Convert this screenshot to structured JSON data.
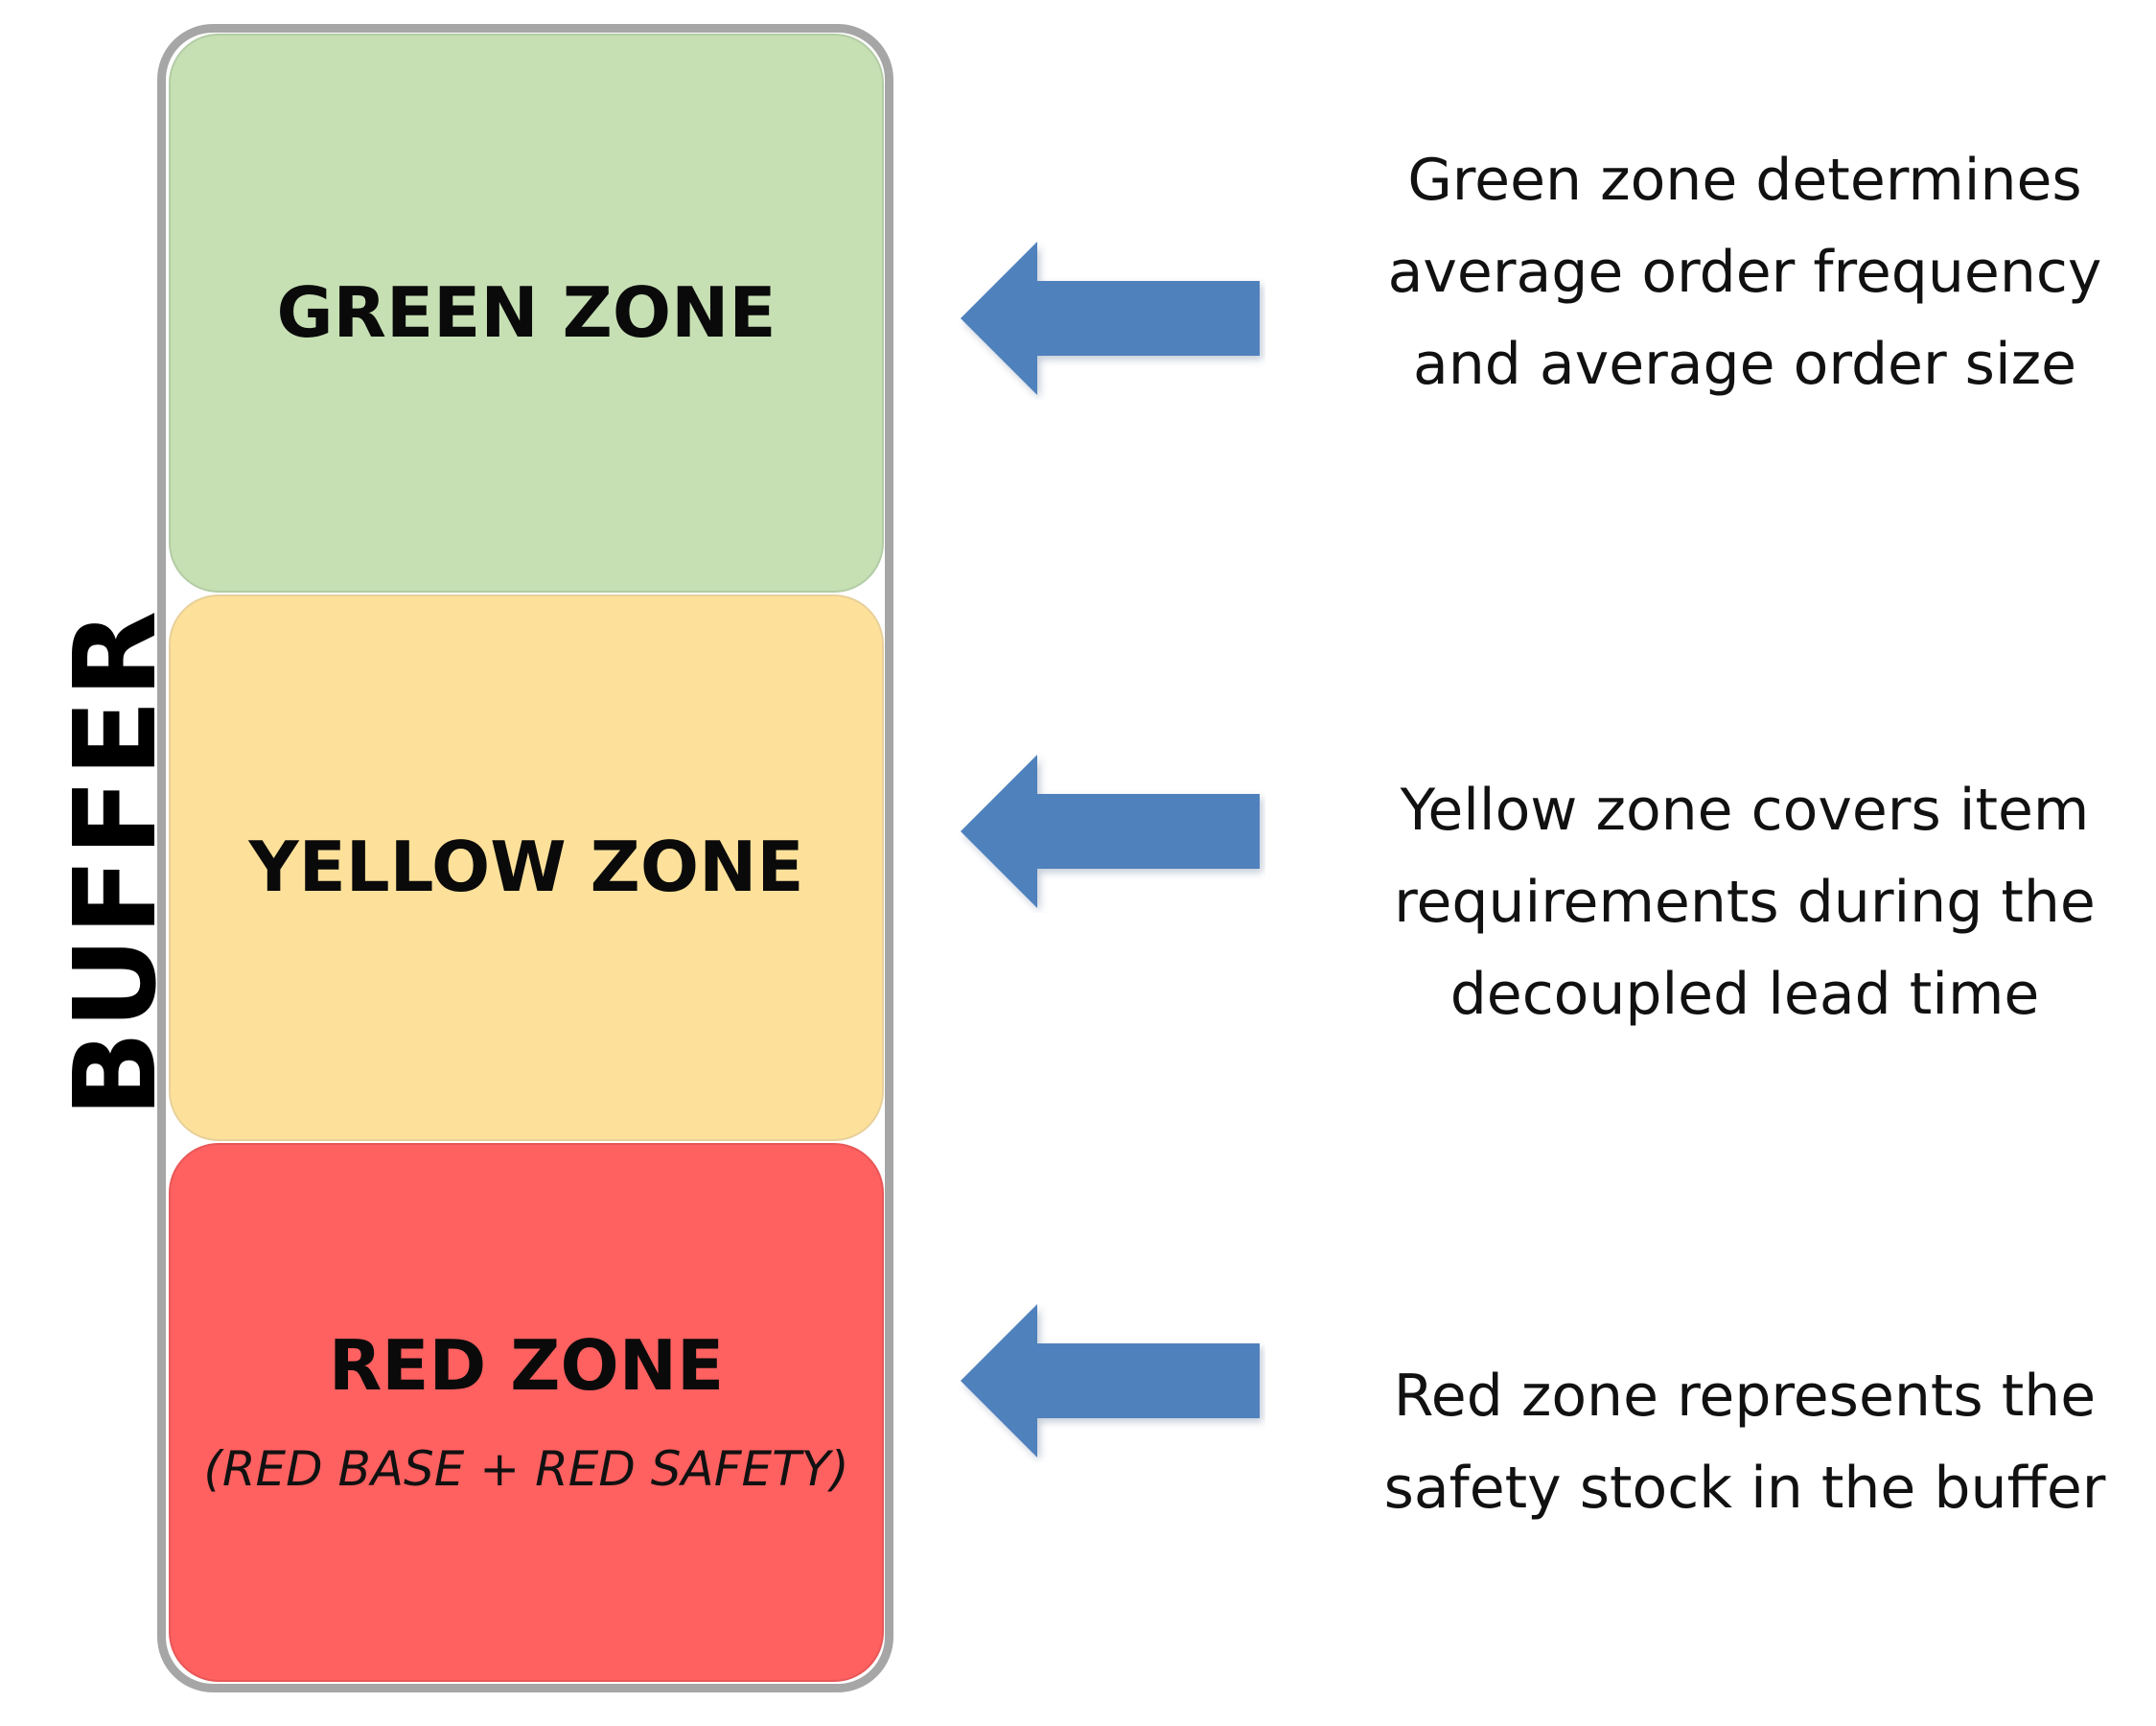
{
  "buffer_label": "BUFFER",
  "colors": {
    "frame": "#a6a6a6",
    "green_zone": "#c6e0b4",
    "yellow_zone": "#fde19a",
    "red_zone": "#ff6060",
    "arrow": "#4f81bd"
  },
  "zones": [
    {
      "title": "GREEN ZONE",
      "subtitle": "",
      "arrow_icon": "arrow-left-icon",
      "description": [
        "Green zone determines",
        "average order frequency",
        "and average order size"
      ]
    },
    {
      "title": "YELLOW ZONE",
      "subtitle": "",
      "arrow_icon": "arrow-left-icon",
      "description": [
        "Yellow zone covers item",
        "requirements during the",
        "decoupled lead time"
      ]
    },
    {
      "title": "RED ZONE",
      "subtitle": "(RED BASE + RED SAFETY)",
      "arrow_icon": "arrow-left-icon",
      "description": [
        "Red zone represents the",
        "safety stock in the buffer"
      ]
    }
  ]
}
